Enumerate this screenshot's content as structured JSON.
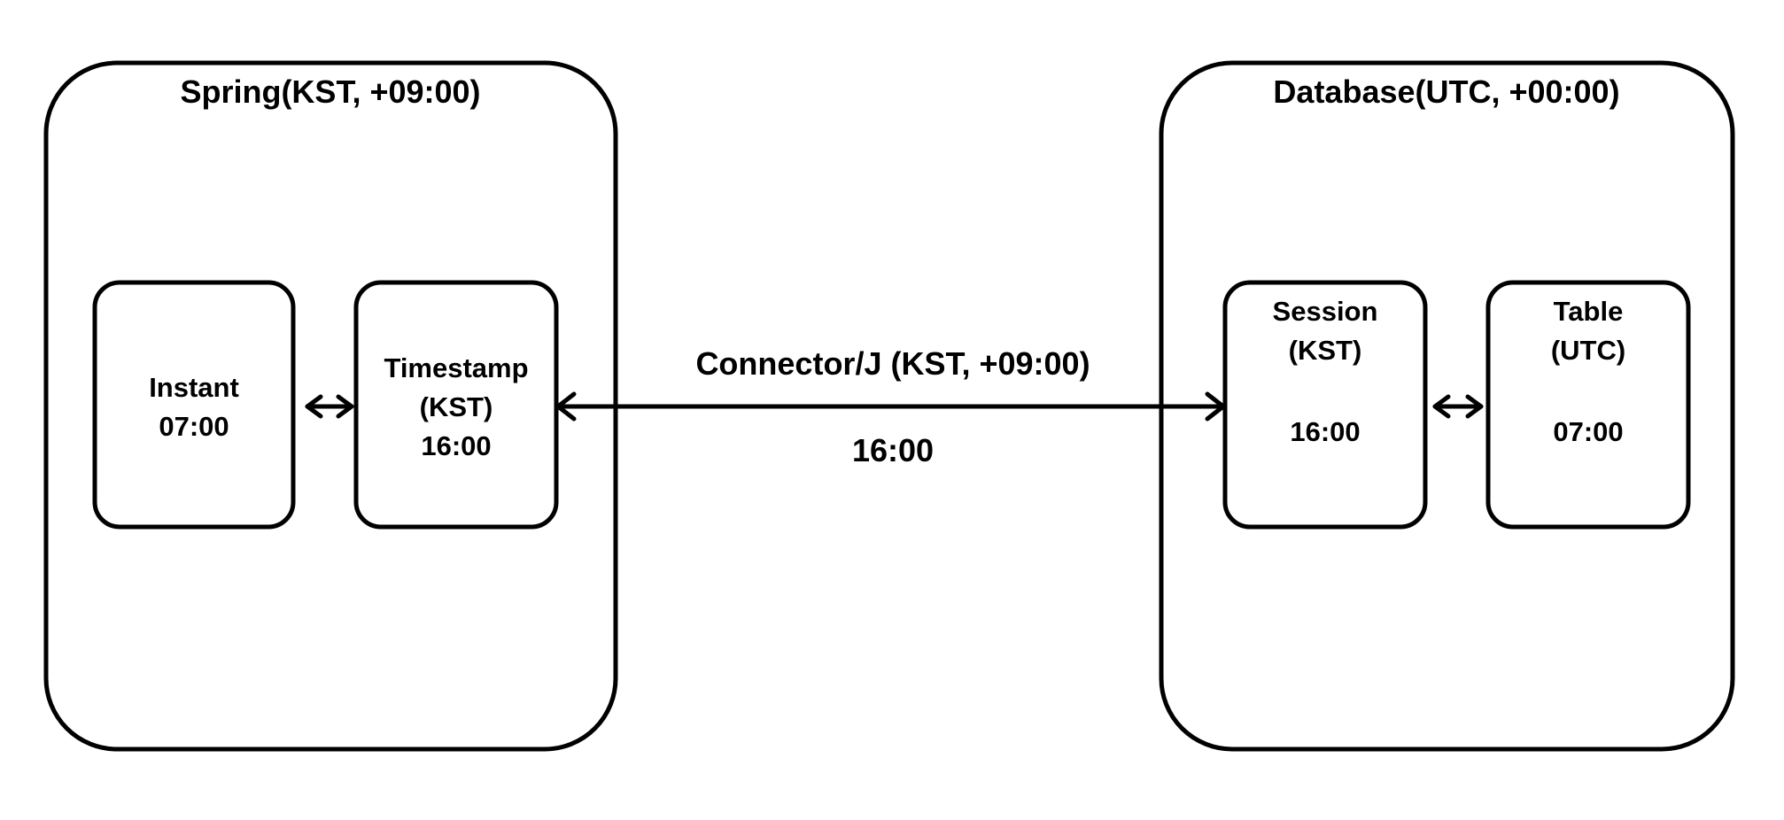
{
  "groups": {
    "spring": {
      "title": "Spring(KST, +09:00)"
    },
    "database": {
      "title": "Database(UTC, +00:00)"
    }
  },
  "nodes": {
    "instant": {
      "lines": [
        "Instant",
        "07:00"
      ]
    },
    "timestamp": {
      "lines": [
        "Timestamp",
        "(KST)",
        "16:00"
      ]
    },
    "session": {
      "lines": [
        "Session",
        "(KST)",
        "",
        "16:00"
      ]
    },
    "table": {
      "lines": [
        "Table",
        "(UTC)",
        "",
        "07:00"
      ]
    }
  },
  "connection": {
    "label": "Connector/J (KST, +09:00)",
    "value": "16:00"
  },
  "colors": {
    "stroke": "#000000",
    "background": "#ffffff"
  }
}
